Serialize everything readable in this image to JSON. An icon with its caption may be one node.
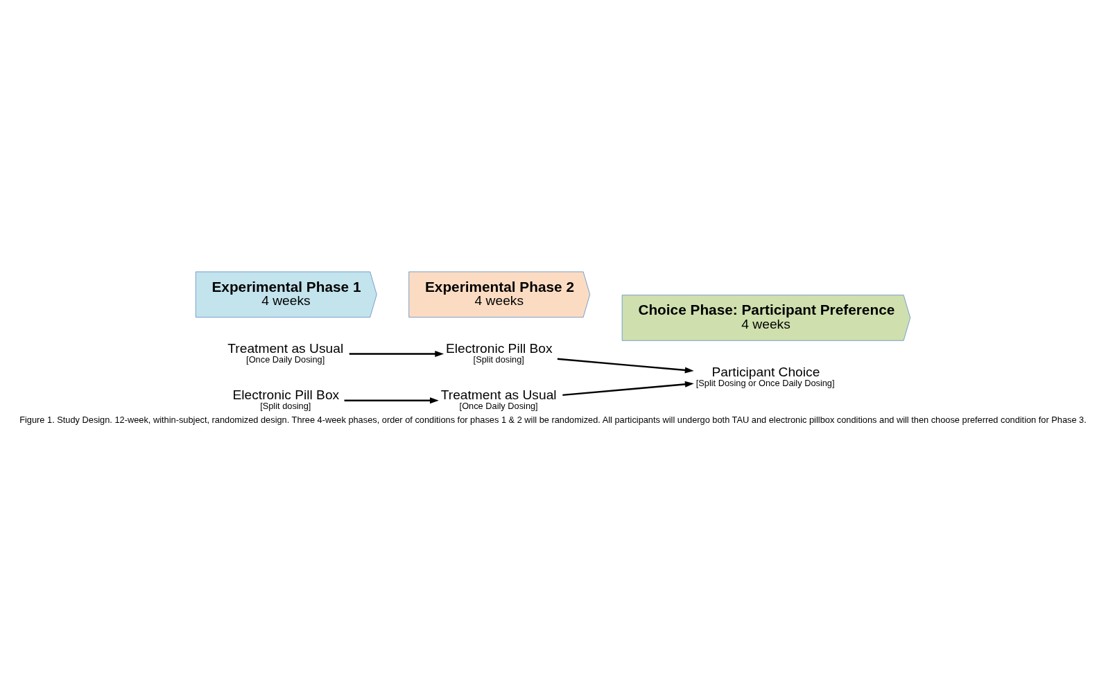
{
  "diagram": {
    "caption": "Figure 1. Study Design. 12-week, within-subject, randomized design. Three 4-week phases, order of conditions for phases 1 & 2 will be randomized. All participants will undergo both TAU and electronic pillbox conditions and will then choose preferred condition for Phase 3.",
    "nodes": [
      {
        "text": [
          "Treatment as Usual",
          "[Once Daily Dosing]"
        ]
      },
      {
        "text": [
          "Electronic Pill Box",
          "[Split dosing]"
        ]
      },
      {
        "text": [
          "Participant Choice",
          "[Split Dosing or Once Daily Dosing]"
        ]
      },
      {
        "text": [
          "Electronic Pill Box",
          "[Split dosing]"
        ]
      },
      {
        "text": [
          "Treatment as Usual",
          "[Once Daily Dosing]"
        ]
      },
      {
        "text": [
          "Experimental Phase 1",
          "4 weeks"
        ]
      },
      {
        "text": [
          "Experimental Phase 2",
          "4 weeks"
        ]
      },
      {
        "text": [
          "Choice Phase: Participant Preference",
          "4 weeks"
        ]
      }
    ],
    "edges": [
      {
        "from": 0,
        "to": 1,
        "arrow": "to"
      },
      {
        "from": 1,
        "to": 2,
        "arrow": "to"
      },
      {
        "from": 3,
        "to": 4,
        "arrow": "to"
      },
      {
        "from": 4,
        "to": 2,
        "arrow": "to"
      }
    ]
  }
}
